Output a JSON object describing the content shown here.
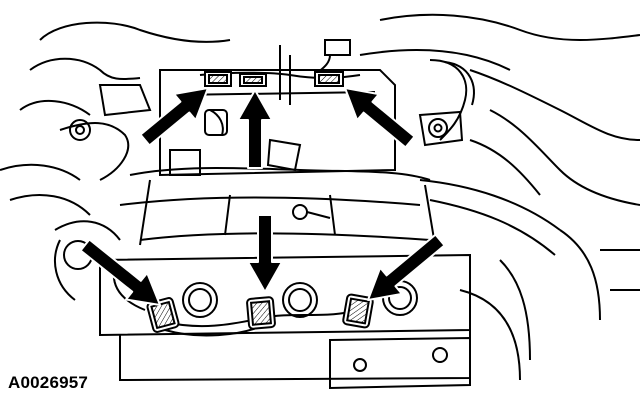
{
  "figure": {
    "reference_code": "A0026957",
    "colors": {
      "ink": "#000000",
      "paper": "#ffffff",
      "callout_fill": "#000000",
      "callout_outline": "#ffffff"
    },
    "callout_arrows": [
      {
        "points_to": "upper-connector-left"
      },
      {
        "points_to": "upper-connector-center"
      },
      {
        "points_to": "upper-connector-right"
      },
      {
        "points_to": "lower-connector-left"
      },
      {
        "points_to": "lower-connector-center"
      },
      {
        "points_to": "lower-connector-right"
      }
    ]
  }
}
